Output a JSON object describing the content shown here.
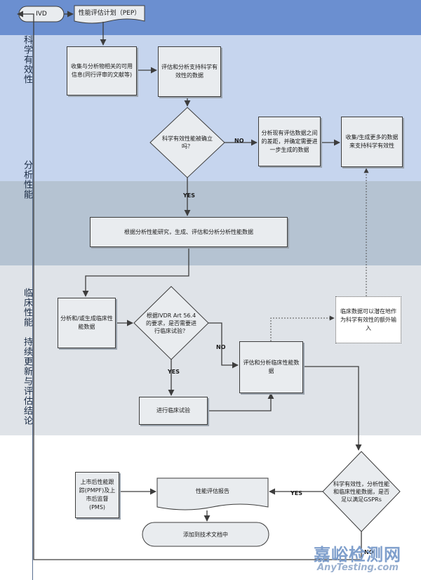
{
  "lanes": {
    "scientific_validity": "科学有效性",
    "analytical_performance": "分析性能",
    "clinical_performance": "临床性能",
    "continuous_update": "持续更新与评估结论"
  },
  "nodes": {
    "ivd": "IVD",
    "pep": "性能评估计划（PEP）",
    "collect_info": "收集与分析物相关的可用信息(同行评审的文献等)",
    "evaluate_scientific": "评估和分析支持科学有效性的数据",
    "decision_scientific": "科学有效性能被确立吗？",
    "analyze_gap": "分析现有评估数据之间的差距，并确定需要进一步生成的数据",
    "collect_more": "收集/生成更多的数据来支持科学有效性",
    "analytical_study": "根据分析性能研究，生成、评估和分析分析性能数据",
    "clinical_gen": "分析和/或生成临床性能数据",
    "decision_clinical_trial": "根据IVDR Art 56.4的要求，是否需要进行临床试验？",
    "conduct_trial": "进行临床试验",
    "evaluate_clinical": "评估和分析临床性能数据",
    "clinical_input": "临床数据可以潜在地作为科学有效性的额外输入",
    "decision_gspr": "科学有效性，分析性能和临床性能数据，是否足以满足GSPRs",
    "report": "性能评估报告",
    "pmpf": "上市后性能跟踪(PMPF)及上市后监督(PMS)",
    "tech_doc": "添加到技术文档中"
  },
  "edge_labels": {
    "no_scientific": "NO",
    "yes_scientific": "YES",
    "no_trial": "NO",
    "yes_trial": "YES",
    "yes_gspr": "YES",
    "no_gspr": "NO"
  },
  "watermark": {
    "cn": "嘉峪检测网",
    "en": "AnyTesting.com"
  },
  "colors": {
    "lane_scientific": "#c6d5ee",
    "lane_analytical": "#b5c3d2",
    "lane_clinical": "#dfe3e8",
    "lane_update": "#ffffff",
    "top_bar": "#6b8fd0",
    "box_fill": "#e9ecef",
    "line": "#3d3d3d",
    "lane_border": "#5a6f91",
    "watermark_cn": "#7f9fcc",
    "watermark_en": "#9ab0cf"
  }
}
